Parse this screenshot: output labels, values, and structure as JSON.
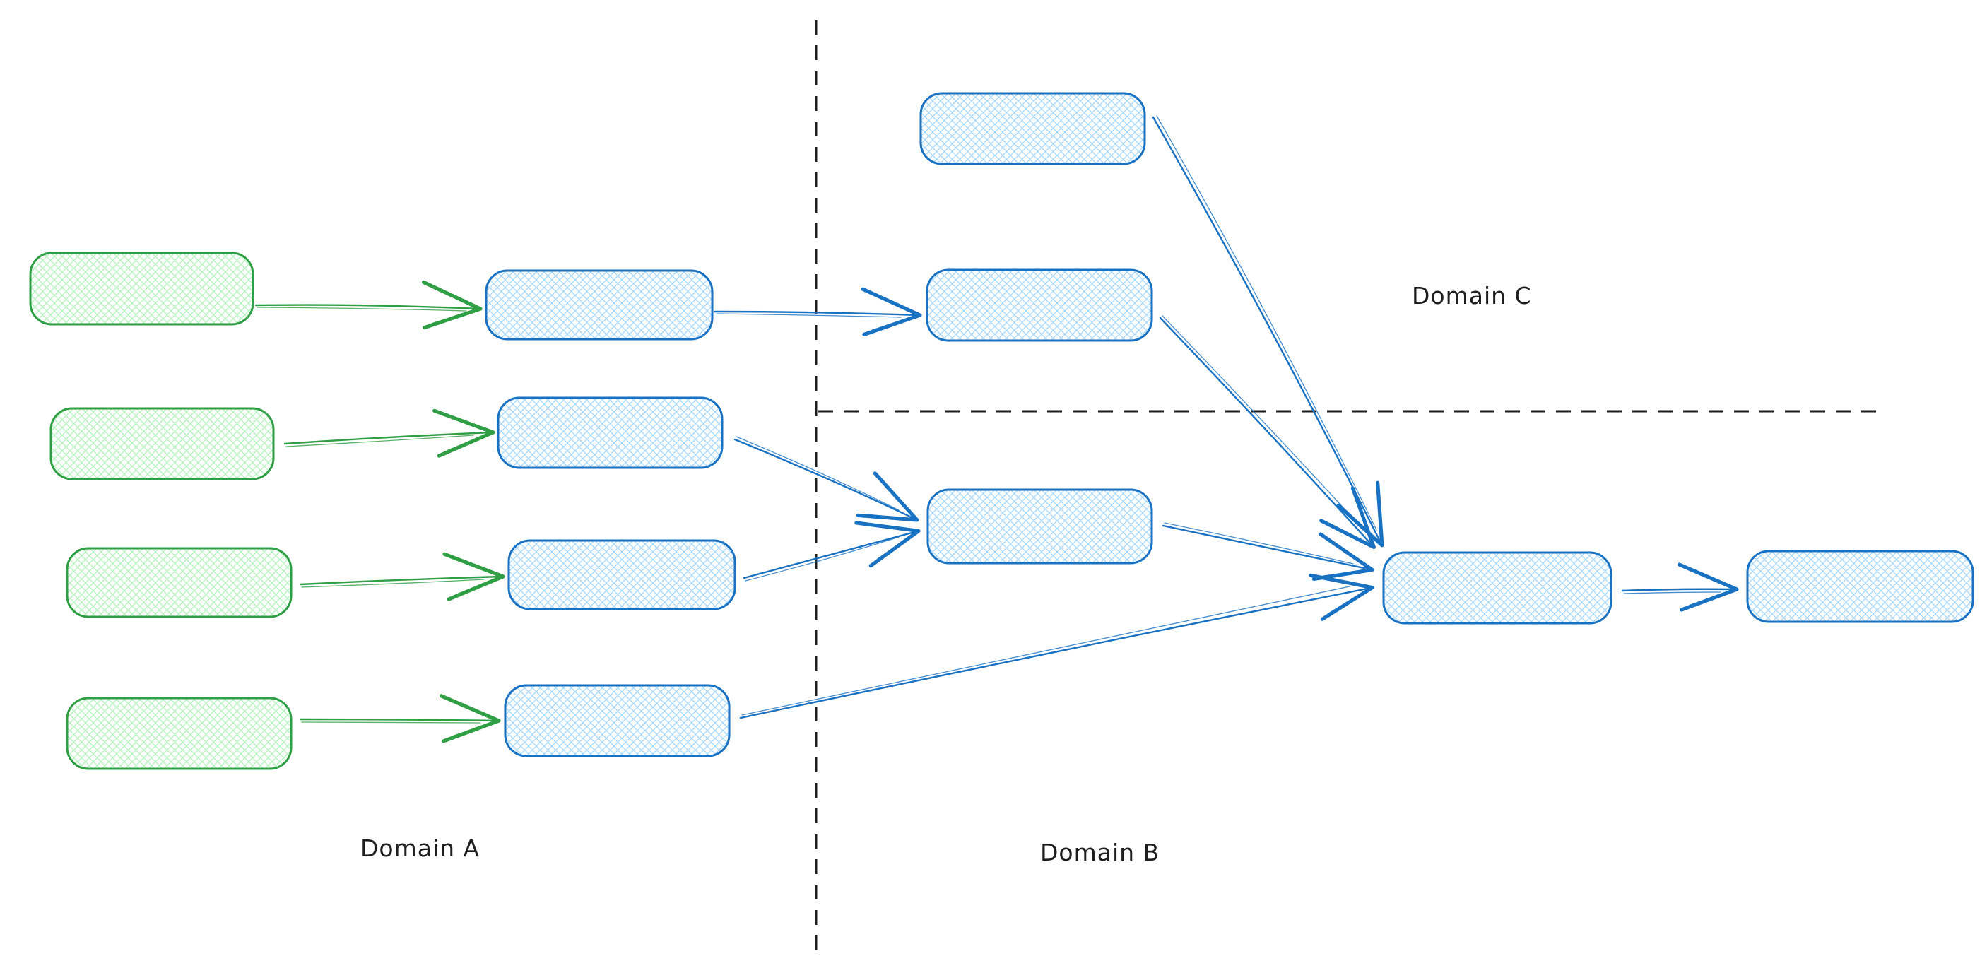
{
  "diagram": {
    "labels": {
      "domain_a": "Domain A",
      "domain_b": "Domain B",
      "domain_c": "Domain C"
    },
    "colors": {
      "green_stroke": "#2f9e44",
      "green_fill": "#b2f2bb",
      "blue_stroke": "#1971c2",
      "blue_fill": "#a5d8ff",
      "divider": "#1e1e1e",
      "text": "#1e1e1e",
      "background": "#ffffff"
    }
  }
}
